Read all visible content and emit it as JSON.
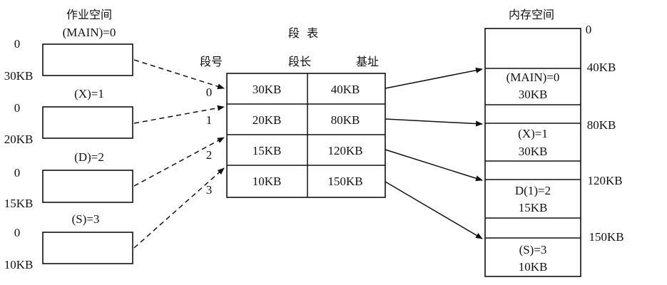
{
  "work_space": {
    "title": "作业空间",
    "segments": [
      {
        "name": "(MAIN)=0",
        "start": "0",
        "end": "30KB"
      },
      {
        "name": "(X)=1",
        "start": "0",
        "end": "20KB"
      },
      {
        "name": "(D)=2",
        "start": "0",
        "end": "15KB"
      },
      {
        "name": "(S)=3",
        "start": "0",
        "end": "10KB"
      }
    ]
  },
  "segment_table": {
    "title": "段  表",
    "headers": {
      "number": "段号",
      "length": "段长",
      "base": "基址"
    },
    "rows": [
      {
        "number": "0",
        "length": "30KB",
        "base": "40KB"
      },
      {
        "number": "1",
        "length": "20KB",
        "base": "80KB"
      },
      {
        "number": "2",
        "length": "15KB",
        "base": "120KB"
      },
      {
        "number": "3",
        "length": "10KB",
        "base": "150KB"
      }
    ]
  },
  "memory": {
    "title": "内存空间",
    "addresses": [
      "0",
      "40KB",
      "80KB",
      "120KB",
      "150KB"
    ],
    "blocks": [
      {
        "name": "(MAIN)=0",
        "size": "30KB"
      },
      {
        "name": "(X)=1",
        "size": "30KB"
      },
      {
        "name": "D(1)=2",
        "size": "15KB"
      },
      {
        "name": "(S)=3",
        "size": "10KB"
      }
    ]
  }
}
